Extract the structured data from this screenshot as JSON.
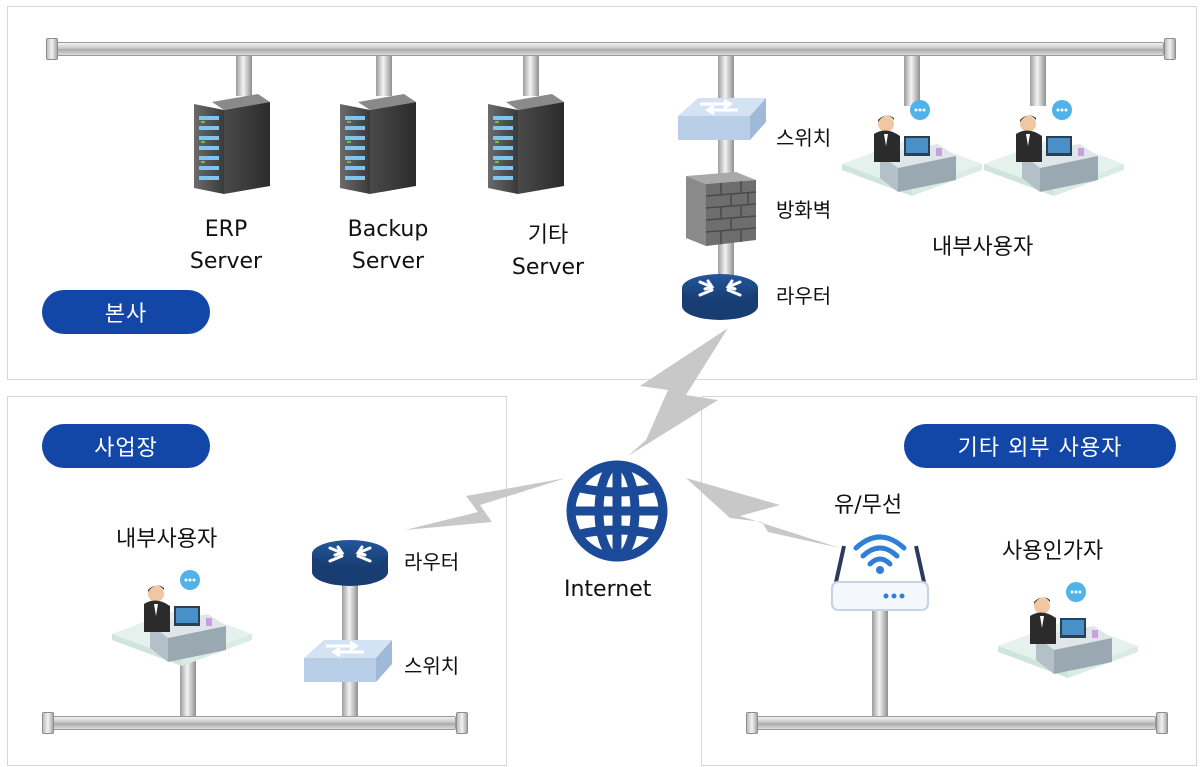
{
  "hq": {
    "badge": "본사",
    "servers": [
      {
        "line1": "ERP",
        "line2": "Server"
      },
      {
        "line1": "Backup",
        "line2": "Server"
      },
      {
        "line1": "기타",
        "line2": "Server"
      }
    ],
    "switch_label": "스위치",
    "firewall_label": "방화벽",
    "router_label": "라우터",
    "users_label": "내부사용자"
  },
  "branch": {
    "badge": "사업장",
    "users_label": "내부사용자",
    "router_label": "라우터",
    "switch_label": "스위치"
  },
  "internet": {
    "label": "Internet"
  },
  "external": {
    "badge": "기타 외부 사용자",
    "wireless_label": "유/무선",
    "users_label": "사용인가자"
  },
  "colors": {
    "badge": "#1247a8",
    "globe": "#1a4a98",
    "router": "#1f4f95",
    "wifi": "#2f7fd8"
  }
}
